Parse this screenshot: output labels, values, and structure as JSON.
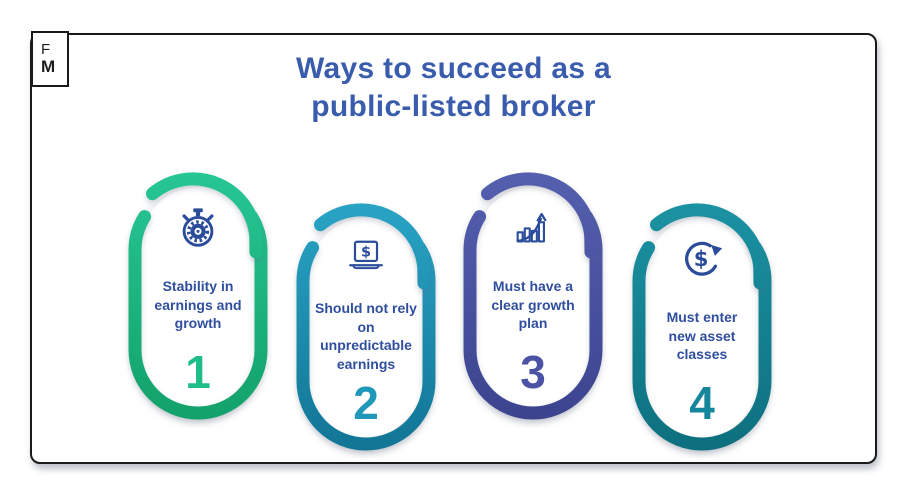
{
  "logo": {
    "letter_top": "F",
    "letter_bottom": "M"
  },
  "title": {
    "lines": [
      "Ways to succeed as a",
      "public-listed broker"
    ]
  },
  "colors": {
    "title": "#3a5cad",
    "label": "#2f4f9e",
    "icon": "#2b4c9b",
    "frame": "#1a1a1a"
  },
  "items": [
    {
      "number": "1",
      "icon": "stopwatch-gear-icon",
      "label_lines": [
        "Stability in",
        "earnings and",
        "growth"
      ],
      "capsule_top": "#27c795",
      "capsule_bottom": "#12a069",
      "number_color": "#1fbd88"
    },
    {
      "number": "2",
      "icon": "laptop-dollar-icon",
      "label_lines": [
        "Should not rely",
        "on",
        "unpredictable",
        "earnings"
      ],
      "capsule_top": "#2aa5c6",
      "capsule_bottom": "#117394",
      "number_color": "#1f98ba"
    },
    {
      "number": "3",
      "icon": "growth-chart-arrow-icon",
      "label_lines": [
        "Must have a",
        "clear growth",
        "plan"
      ],
      "capsule_top": "#5560af",
      "capsule_bottom": "#3b438e",
      "number_color": "#4a53a4"
    },
    {
      "number": "4",
      "icon": "dollar-cycle-icon",
      "label_lines": [
        "Must enter",
        "new asset",
        "classes"
      ],
      "capsule_top": "#1b93a3",
      "capsule_bottom": "#0d6e7d",
      "number_color": "#15869b"
    }
  ]
}
